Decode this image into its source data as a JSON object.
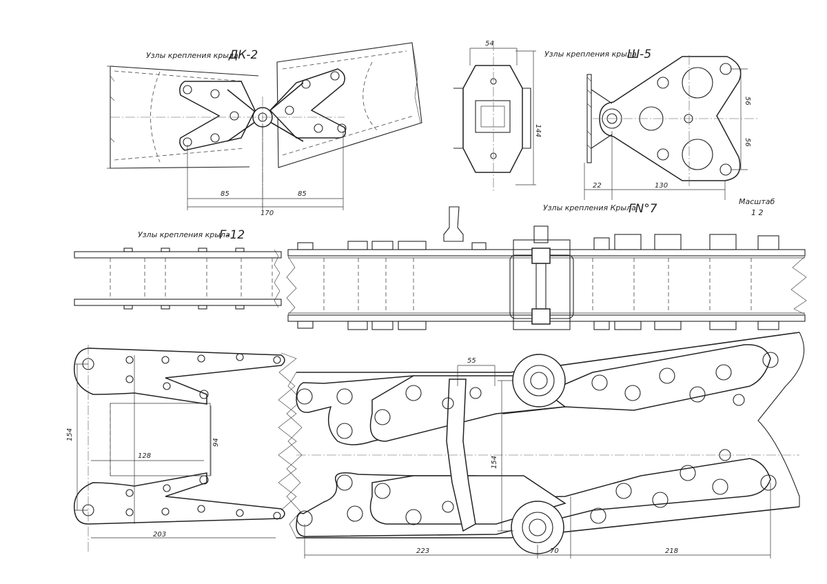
{
  "captions": {
    "dk2_prefix": "Узлы крепления крыла",
    "dk2_code": "ДК-2",
    "sh5_prefix": "Узлы крепления крыла",
    "sh5_code": "Ш-5",
    "gn7_prefix": "Узлы крепления Крыла",
    "gn7_code": "ГN°7",
    "g12_prefix": "Узлы крепления крыла",
    "g12_code": "Г-12",
    "scale_label": "Масштаб",
    "scale_value": "1 2"
  },
  "dimensions": {
    "dk2_left": "85",
    "dk2_right": "85",
    "dk2_total": "170",
    "cross_width": "54",
    "cross_height": "144",
    "sh5_upper": "56",
    "sh5_lower": "56",
    "sh5_offset": "22",
    "sh5_length": "130",
    "g12_height": "154",
    "g12_inner_height": "94",
    "g12_inner_width": "128",
    "g12_length": "203",
    "gn7_strut": "55",
    "gn7_height": "154",
    "gn7_left": "223",
    "gn7_mid": "70",
    "gn7_right": "218"
  },
  "colors": {
    "ink": "#222222",
    "paper": "#ffffff"
  }
}
